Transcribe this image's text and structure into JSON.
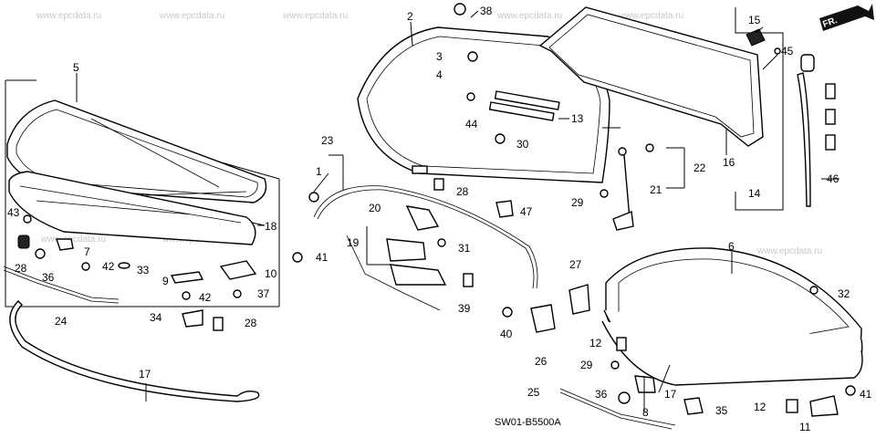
{
  "watermark": "www.epcdata.ru",
  "diagram_code": "SW01-B5500A",
  "direction_label": "FR.",
  "callouts": [
    "1",
    "2",
    "3",
    "4",
    "5",
    "6",
    "7",
    "8",
    "9",
    "10",
    "11",
    "12",
    "13",
    "14",
    "15",
    "16",
    "17",
    "18",
    "19",
    "20",
    "21",
    "22",
    "23",
    "24",
    "25",
    "26",
    "27",
    "28",
    "29",
    "30",
    "31",
    "32",
    "33",
    "34",
    "35",
    "36",
    "37",
    "38",
    "39",
    "40",
    "41",
    "42",
    "43",
    "44",
    "45",
    "46",
    "47"
  ],
  "labels": {
    "c1": "1",
    "c2": "2",
    "c3": "3",
    "c4": "4",
    "c5": "5",
    "c6": "6",
    "c7": "7",
    "c8": "8",
    "c9": "9",
    "c10": "10",
    "c11": "11",
    "c12a": "12",
    "c12b": "12",
    "c13": "13",
    "c14": "14",
    "c15": "15",
    "c16": "16",
    "c17a": "17",
    "c17b": "17",
    "c18": "18",
    "c19": "19",
    "c20": "20",
    "c21": "21",
    "c22": "22",
    "c23": "23",
    "c24": "24",
    "c25": "25",
    "c26": "26",
    "c27": "27",
    "c28a": "28",
    "c28b": "28",
    "c28c": "28",
    "c29a": "29",
    "c29b": "29",
    "c30": "30",
    "c31": "31",
    "c32": "32",
    "c33": "33",
    "c34": "34",
    "c35": "35",
    "c36a": "36",
    "c36b": "36",
    "c37": "37",
    "c38": "38",
    "c39": "39",
    "c40": "40",
    "c41a": "41",
    "c41b": "41",
    "c42a": "42",
    "c42b": "42",
    "c43": "43",
    "c44": "44",
    "c45": "45",
    "c46": "46",
    "c47": "47"
  }
}
